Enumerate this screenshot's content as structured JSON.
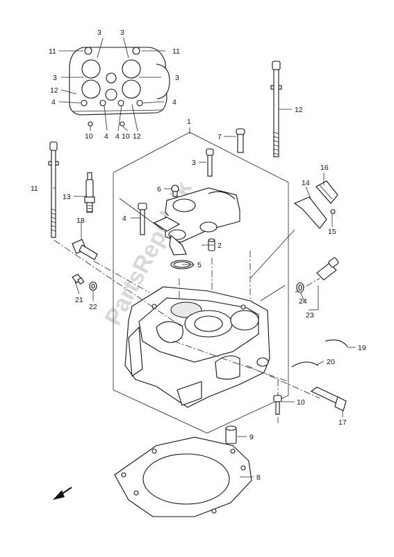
{
  "watermark": "PartsRepublik",
  "callouts": {
    "c1": "1",
    "c2": "2",
    "c3a": "3",
    "c3b": "3",
    "c3c": "3",
    "c3d": "3",
    "c3e": "3",
    "c4a": "4",
    "c4b": "4",
    "c4c": "4",
    "c4d": "4",
    "c4e": "4",
    "c5": "5",
    "c6": "6",
    "c7": "7",
    "c8": "8",
    "c9": "9",
    "c10a": "10",
    "c10b": "10",
    "c10c": "10",
    "c11a": "11",
    "c11b": "11",
    "c11c": "11",
    "c12a": "12",
    "c12b": "12",
    "c12c": "12",
    "c13": "13",
    "c14": "14",
    "c15": "15",
    "c16": "16",
    "c17": "17",
    "c18": "18",
    "c19": "19",
    "c20": "20",
    "c21": "21",
    "c22": "22",
    "c23": "23",
    "c24": "24"
  },
  "icons": {
    "direction": "arrow-icon"
  }
}
